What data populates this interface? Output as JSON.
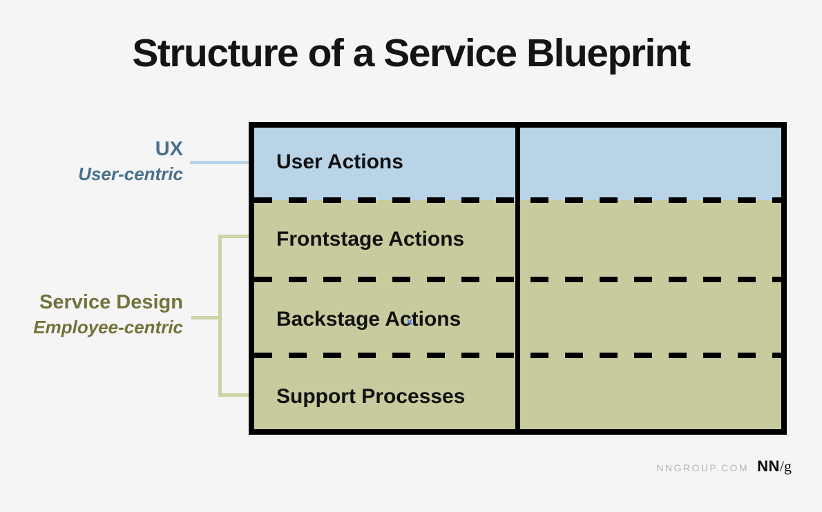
{
  "title": "Structure of a Service Blueprint",
  "left_labels": {
    "ux": {
      "heading": "UX",
      "subheading": "User-centric"
    },
    "service_design": {
      "heading": "Service Design",
      "subheading": "Employee-centric"
    }
  },
  "table": {
    "columns": 2,
    "rows": [
      {
        "label": "User Actions",
        "zone": "ux"
      },
      {
        "label": "Frontstage Actions",
        "zone": "service-design"
      },
      {
        "label": "Backstage Actions",
        "zone": "service-design"
      },
      {
        "label": "Support Processes",
        "zone": "service-design"
      }
    ]
  },
  "cursor_glyph": "×",
  "footer": {
    "site": "NNGROUP.COM",
    "logo_nn": "NN",
    "logo_slash_g": "/g"
  },
  "colors": {
    "background": "#f5f5f6",
    "user_row": "#b9d4e7",
    "service_row": "#c8cb9e",
    "border": "#000000",
    "ux_label": "#49708a",
    "service_label": "#73733c",
    "ux_connector": "#b9d4e7",
    "service_connector": "#cfd2a4",
    "footer_gray": "#b4b4b8",
    "cursor": "#5b7fd8"
  }
}
